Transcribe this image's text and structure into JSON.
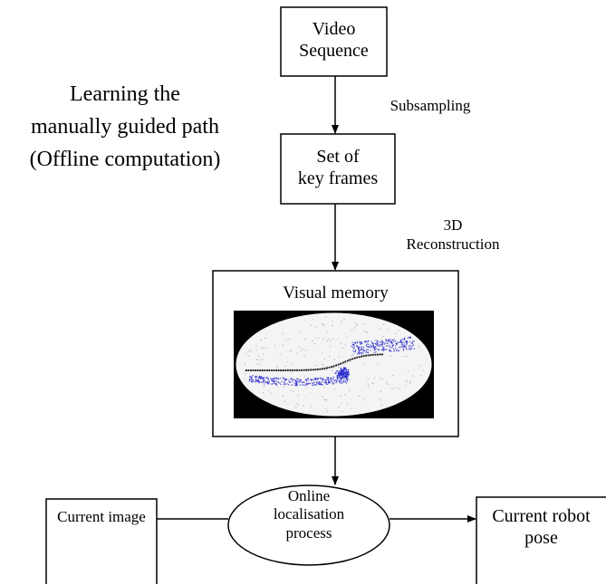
{
  "side_note": {
    "line1": "Learning the",
    "line2": "manually guided path",
    "line3": "(Offline computation)"
  },
  "nodes": {
    "video_sequence": {
      "line1": "Video",
      "line2": "Sequence"
    },
    "key_frames": {
      "line1": "Set of",
      "line2": "key frames"
    },
    "visual_memory": {
      "title": "Visual memory"
    },
    "current_image": {
      "label": "Current image"
    },
    "localisation": {
      "line1": "Online",
      "line2": "localisation",
      "line3": "process"
    },
    "robot_pose": {
      "line1": "Current robot",
      "line2": "pose"
    }
  },
  "edge_labels": {
    "subsampling": "Subsampling",
    "reconstruction_line1": "3D",
    "reconstruction_line2": "Reconstruction"
  },
  "colors": {
    "stroke": "#000000",
    "memory_background": "#000000",
    "memory_ellipse": "#f4f4f4",
    "point_cloud": "#2a2ad0"
  }
}
